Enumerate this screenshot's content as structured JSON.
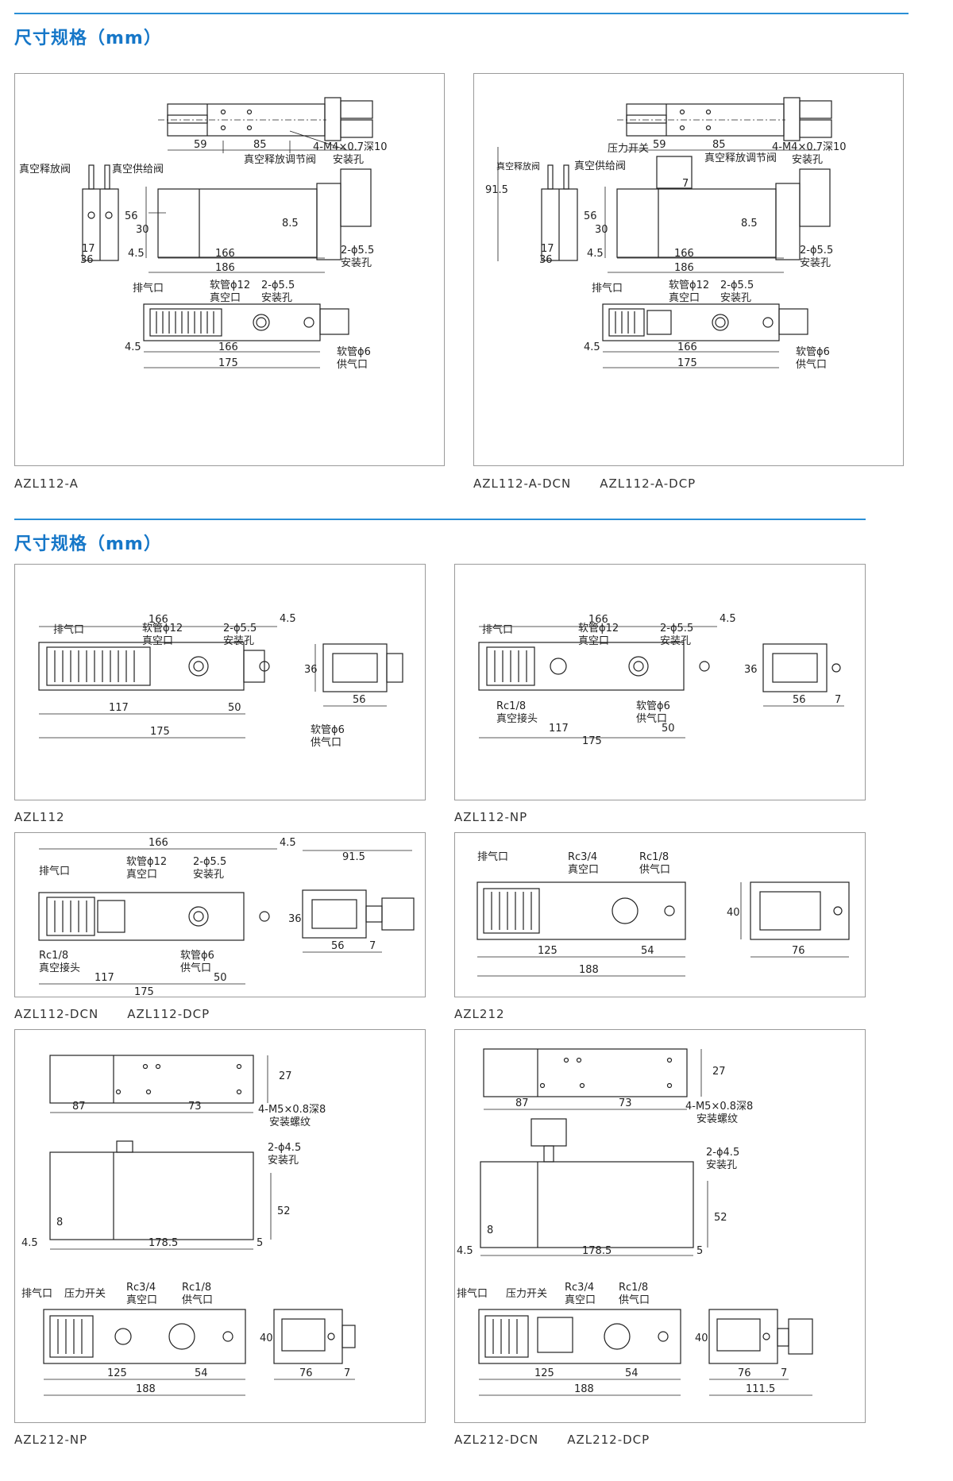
{
  "section1": {
    "title": "尺寸规格（mm）"
  },
  "section2": {
    "title": "尺寸规格（mm）"
  },
  "colors": {
    "accent": "#1677c8",
    "rule": "#2a8fd6",
    "border": "#9a9a9a"
  },
  "panels": {
    "azl112a": {
      "models": [
        "AZL112-A"
      ],
      "top": {
        "d1": "59",
        "d2": "85",
        "hole": "4-M4×0.7深10",
        "hole_sub": "安装孔"
      },
      "side": {
        "release_valve": "真空释放阀",
        "supply_valve": "真空供给阀",
        "adjust_valve": "真空释放调节阀",
        "h56": "56",
        "h30": "30",
        "h85": "8.5",
        "w17": "17",
        "w36": "36",
        "d45": "4.5",
        "d166": "166",
        "d186": "186",
        "hole": "2-ϕ5.5",
        "hole_sub": "安装孔"
      },
      "bottom": {
        "exhaust": "排气口",
        "hose12": "软管ϕ12",
        "vac_port": "真空口",
        "hole": "2-ϕ5.5",
        "hole_sub": "安装孔",
        "d45": "4.5",
        "d166": "166",
        "d175": "175",
        "hose6": "软管ϕ6",
        "supply_port": "供气口"
      }
    },
    "azl112adcn": {
      "models": [
        "AZL112-A-DCN",
        "AZL112-A-DCP"
      ],
      "top": {
        "d1": "59",
        "d2": "85",
        "hole": "4-M4×0.7深10",
        "hole_sub": "安装孔"
      },
      "side": {
        "pressure_switch": "压力开关",
        "release_valve": "真空释放阀",
        "supply_valve": "真空供给阀",
        "adjust_valve": "真空释放调节阀",
        "h915": "91.5",
        "h56": "56",
        "h30": "30",
        "h85": "8.5",
        "h7": "7",
        "w17": "17",
        "w36": "36",
        "d45": "4.5",
        "d166": "166",
        "d186": "186",
        "hole": "2-ϕ5.5",
        "hole_sub": "安装孔"
      },
      "bottom": {
        "exhaust": "排气口",
        "hose12": "软管ϕ12",
        "vac_port": "真空口",
        "hole": "2-ϕ5.5",
        "hole_sub": "安装孔",
        "d45": "4.5",
        "d166": "166",
        "d175": "175",
        "hose6": "软管ϕ6",
        "supply_port": "供气口"
      }
    },
    "azl112": {
      "models": [
        "AZL112"
      ],
      "d166": "166",
      "d45": "4.5",
      "exhaust": "排气口",
      "hose12": "软管ϕ12",
      "vac_port": "真空口",
      "hole": "2-ϕ5.5",
      "hole_sub": "安装孔",
      "d36": "36",
      "d117": "117",
      "d50": "50",
      "d175": "175",
      "hose6": "软管ϕ6",
      "supply_port": "供气口",
      "d56": "56"
    },
    "azl112np": {
      "models": [
        "AZL112-NP"
      ],
      "d166": "166",
      "d45": "4.5",
      "exhaust": "排气口",
      "hose12": "软管ϕ12",
      "vac_port": "真空口",
      "hole": "2-ϕ5.5",
      "hole_sub": "安装孔",
      "d36": "36",
      "rc18": "Rc1/8",
      "vac_joint": "真空接头",
      "hose6": "软管ϕ6",
      "supply_port": "供气口",
      "d117": "117",
      "d50": "50",
      "d175": "175",
      "d56": "56",
      "d7": "7"
    },
    "azl112dcn": {
      "models": [
        "AZL112-DCN",
        "AZL112-DCP"
      ],
      "d166": "166",
      "d45": "4.5",
      "d915": "91.5",
      "exhaust": "排气口",
      "hose12": "软管ϕ12",
      "vac_port": "真空口",
      "hole": "2-ϕ5.5",
      "hole_sub": "安装孔",
      "d36": "36",
      "rc18": "Rc1/8",
      "vac_joint": "真空接头",
      "hose6": "软管ϕ6",
      "supply_port": "供气口",
      "d117": "117",
      "d50": "50",
      "d175": "175",
      "d56": "56",
      "d7": "7"
    },
    "azl212": {
      "models": [
        "AZL212"
      ],
      "exhaust": "排气口",
      "rc34": "Rc3/4",
      "vac_port": "真空口",
      "rc18": "Rc1/8",
      "supply_port": "供气口",
      "d40": "40",
      "d125": "125",
      "d54": "54",
      "d188": "188",
      "d76": "76"
    },
    "azl212np": {
      "models": [
        "AZL212-NP"
      ],
      "d27": "27",
      "d87": "87",
      "d73": "73",
      "hole_top": "4-M5×0.8深8",
      "hole_top_sub": "安装螺纹",
      "hole": "2-ϕ4.5",
      "hole_sub": "安装孔",
      "d52": "52",
      "d8": "8",
      "d45": "4.5",
      "d1785": "178.5",
      "d5": "5",
      "exhaust": "排气口",
      "pressure_switch": "压力开关",
      "rc34": "Rc3/4",
      "vac_port": "真空口",
      "rc18": "Rc1/8",
      "supply_port": "供气口",
      "d40": "40",
      "d125": "125",
      "d54": "54",
      "d188": "188",
      "d76": "76",
      "d7": "7"
    },
    "azl212dcn": {
      "models": [
        "AZL212-DCN",
        "AZL212-DCP"
      ],
      "d27": "27",
      "d87": "87",
      "d73": "73",
      "hole_top": "4-M5×0.8深8",
      "hole_top_sub": "安装螺纹",
      "hole": "2-ϕ4.5",
      "hole_sub": "安装孔",
      "d52": "52",
      "d8": "8",
      "d45": "4.5",
      "d1785": "178.5",
      "d5": "5",
      "exhaust": "排气口",
      "pressure_switch": "压力开关",
      "rc34": "Rc3/4",
      "vac_port": "真空口",
      "rc18": "Rc1/8",
      "supply_port": "供气口",
      "d40": "40",
      "d125": "125",
      "d54": "54",
      "d188": "188",
      "d76": "76",
      "d7": "7",
      "d1115": "111.5"
    }
  }
}
